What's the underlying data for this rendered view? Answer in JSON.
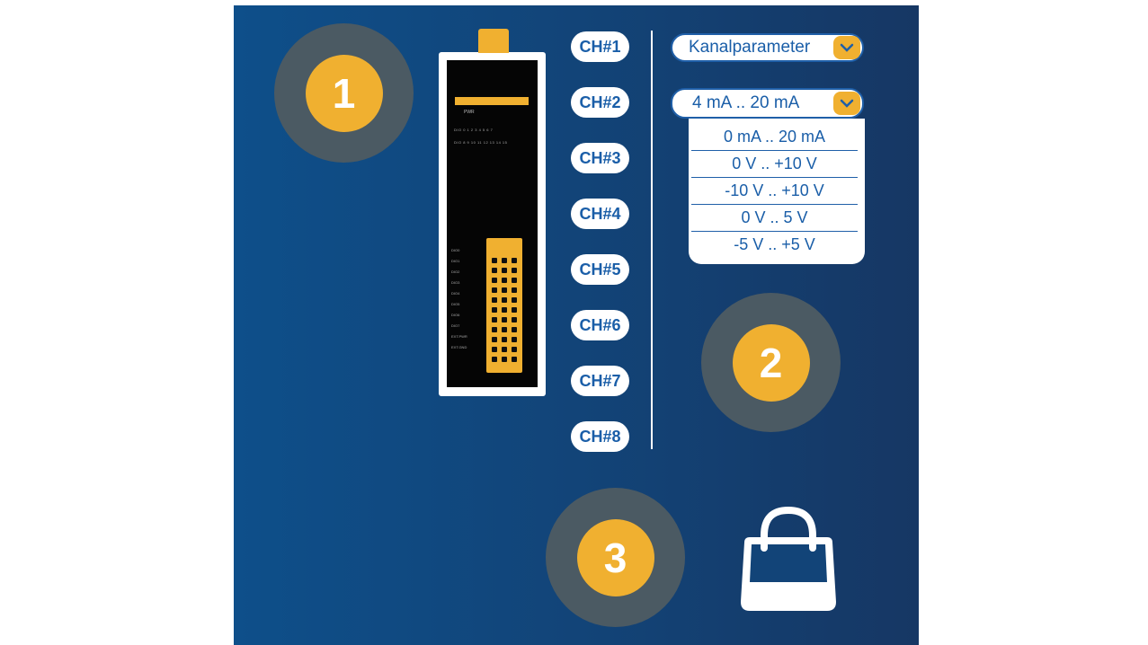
{
  "steps": [
    {
      "number": "1"
    },
    {
      "number": "2"
    },
    {
      "number": "3"
    }
  ],
  "channels": [
    "CH#1",
    "CH#2",
    "CH#3",
    "CH#4",
    "CH#5",
    "CH#6",
    "CH#7",
    "CH#8"
  ],
  "device": {
    "pwr_label": "PWR",
    "dio_row1": "DIO  0 1 2 3 4 5 6 7",
    "dio_row2": "DIO  8 9 10 11 12 13 14 15",
    "terminal_labels": "DIO0\nDIO1\nDIO2\nDIO3\nDIO4\nDIO5\nDIO6\nDIO7\nEXT.PWR\nEXT.GND"
  },
  "param_dropdown": {
    "label": "Kanalparameter",
    "icon": "chevron-down-icon"
  },
  "range_dropdown": {
    "selected": "4 mA .. 20 mA",
    "icon": "chevron-down-icon"
  },
  "range_options": [
    "0 mA .. 20 mA",
    "0 V .. +10 V",
    "-10 V .. +10 V",
    "0 V .. 5 V",
    "-5 V .. +5 V"
  ],
  "cart_icon": "shopping-bag-icon",
  "colors": {
    "background_start": "#0e4f8a",
    "background_end": "#163764",
    "accent": "#f0b030",
    "circle": "#4b5a63",
    "text_blue": "#1a5ea8"
  }
}
